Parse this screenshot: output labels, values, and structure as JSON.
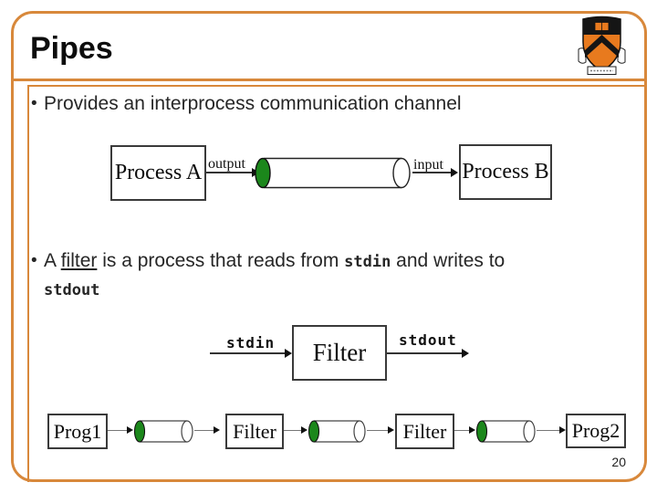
{
  "slide": {
    "title": "Pipes",
    "page_number": "20"
  },
  "colors": {
    "border_orange": "#D8883B",
    "pipe_green": "#1B871B",
    "crest_orange": "#E87A1E",
    "text_dark": "#262626"
  },
  "bullet1": {
    "glyph": "•",
    "text": "Provides an interprocess communication channel"
  },
  "bullet2": {
    "glyph": "•",
    "part1": "A ",
    "filter_word": "filter",
    "part2": " is a process that reads from ",
    "stdin_word": "stdin",
    "part3": " and writes to",
    "stdout_word": "stdout"
  },
  "diagram_pipe_channel": {
    "process_a": "Process A",
    "output_label": "output",
    "input_label": "input",
    "process_b": "Process B"
  },
  "diagram_filter": {
    "stdin_label": "stdin",
    "filter_label": "Filter",
    "stdout_label": "stdout"
  },
  "diagram_pipeline": {
    "prog1": "Prog1",
    "filter_a": "Filter",
    "filter_b": "Filter",
    "prog2": "Prog2"
  }
}
